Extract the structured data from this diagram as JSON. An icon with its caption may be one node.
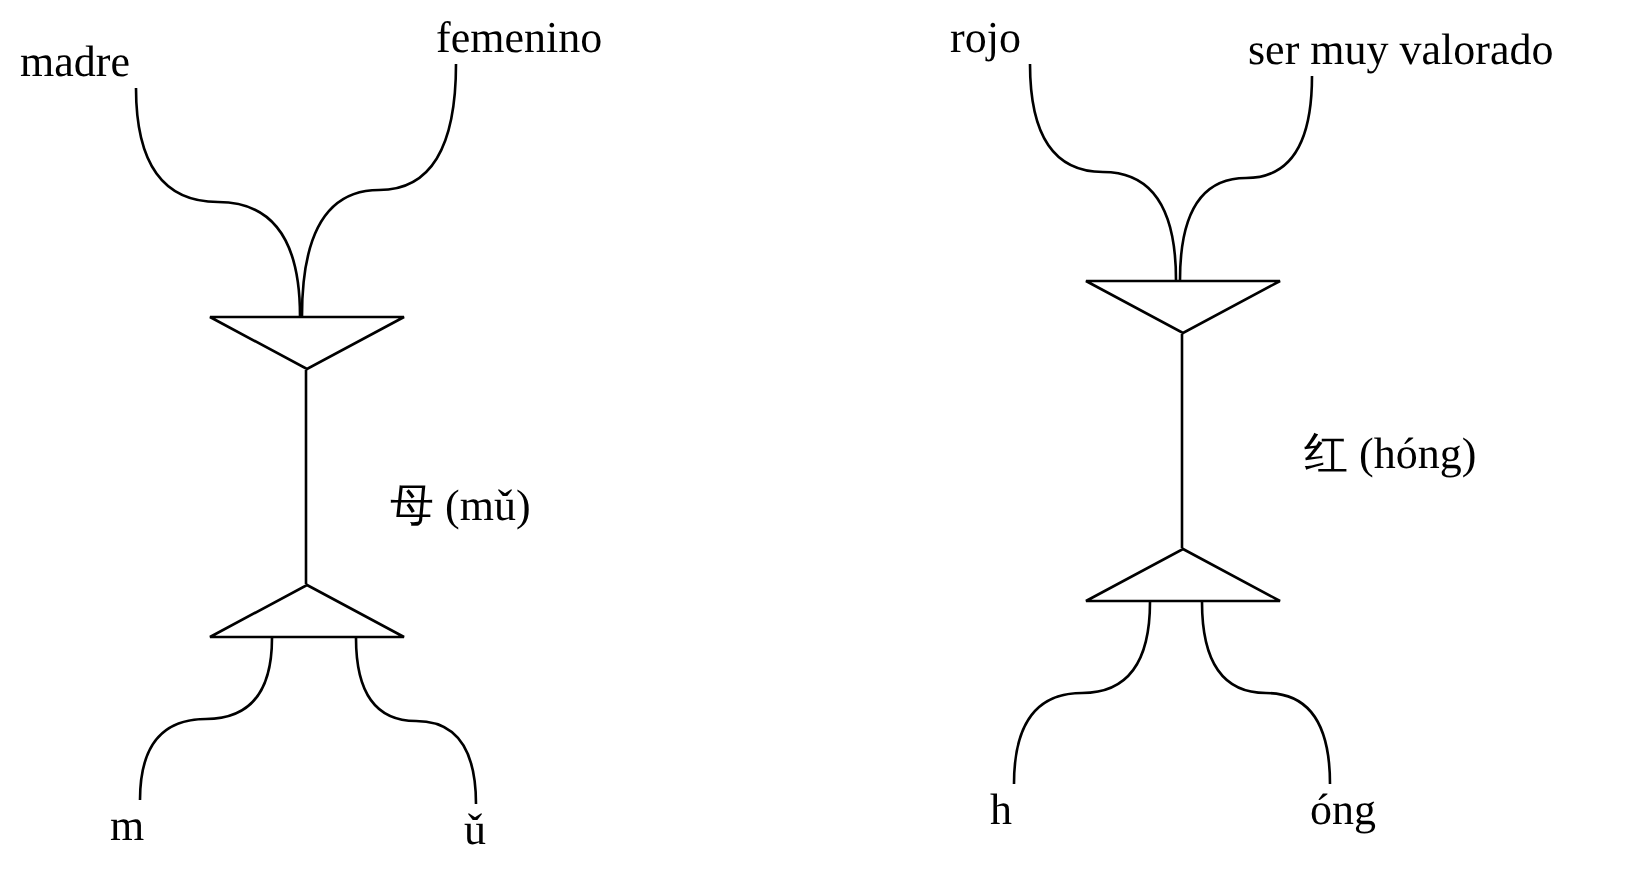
{
  "diagram": {
    "nodes": [
      {
        "text": [
          "madre"
        ]
      },
      {
        "text": [
          "femenino"
        ]
      },
      {
        "text": [],
        "shape": "triangle"
      },
      {
        "text": [],
        "shape": "triangle"
      },
      {
        "text": [
          "m"
        ]
      },
      {
        "text": [
          "ǔ"
        ]
      },
      {
        "text": [
          "rojo"
        ]
      },
      {
        "text": [
          "ser muy valorado"
        ]
      },
      {
        "text": [],
        "shape": "triangle"
      },
      {
        "text": [],
        "shape": "triangle"
      },
      {
        "text": [
          "h"
        ]
      },
      {
        "text": [
          "óng"
        ]
      }
    ],
    "edges": [
      {
        "from": 0,
        "to": 2,
        "arrow": "none"
      },
      {
        "from": 1,
        "to": 2,
        "arrow": "none"
      },
      {
        "from": 2,
        "to": 3,
        "arrow": "none",
        "label": "母 (mǔ)"
      },
      {
        "from": 3,
        "to": 4,
        "arrow": "none"
      },
      {
        "from": 3,
        "to": 5,
        "arrow": "none"
      },
      {
        "from": 6,
        "to": 8,
        "arrow": "none"
      },
      {
        "from": 7,
        "to": 8,
        "arrow": "none"
      },
      {
        "from": 8,
        "to": 9,
        "arrow": "none",
        "label": "红 (hóng)"
      },
      {
        "from": 9,
        "to": 10,
        "arrow": "none"
      },
      {
        "from": 9,
        "to": 11,
        "arrow": "none"
      }
    ]
  }
}
